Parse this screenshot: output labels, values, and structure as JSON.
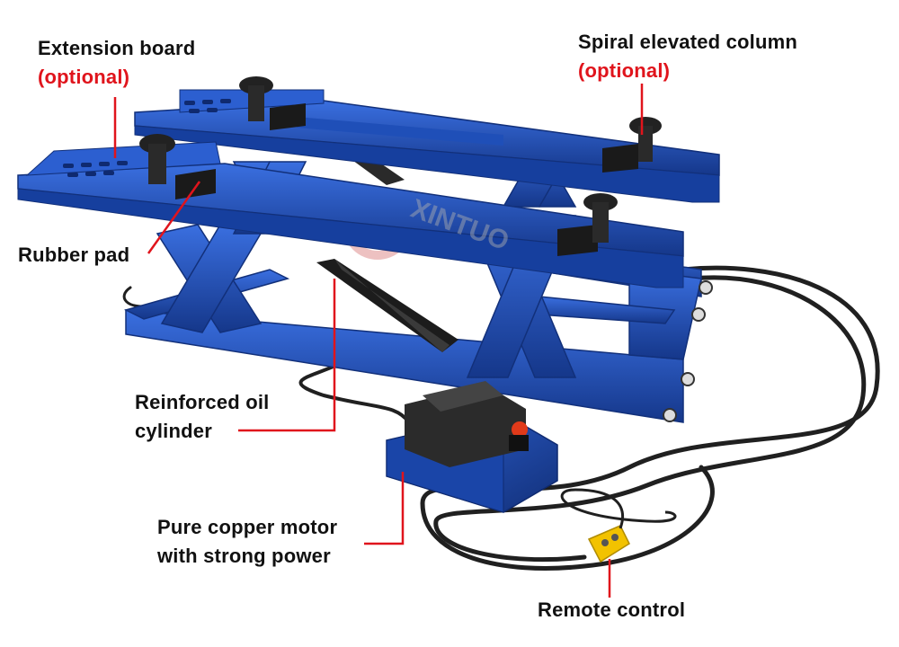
{
  "callouts": {
    "extension_board": {
      "label": "Extension board",
      "note": "(optional)"
    },
    "spiral_column": {
      "label": "Spiral elevated column",
      "note": "(optional)"
    },
    "rubber_pad": {
      "label": "Rubber pad"
    },
    "oil_cylinder": {
      "line1": "Reinforced oil",
      "line2": "cylinder"
    },
    "motor": {
      "line1": "Pure copper motor",
      "line2": "with strong power"
    },
    "remote": {
      "label": "Remote control"
    }
  },
  "watermark": "XINTUO",
  "colors": {
    "frame": "#1f4fb8",
    "frame_dark": "#15378a",
    "leader": "#e0141c",
    "note": "#e0141c",
    "text": "#111111",
    "rubber": "#1a1a1a",
    "hose": "#202020",
    "control": "#f2c200"
  }
}
